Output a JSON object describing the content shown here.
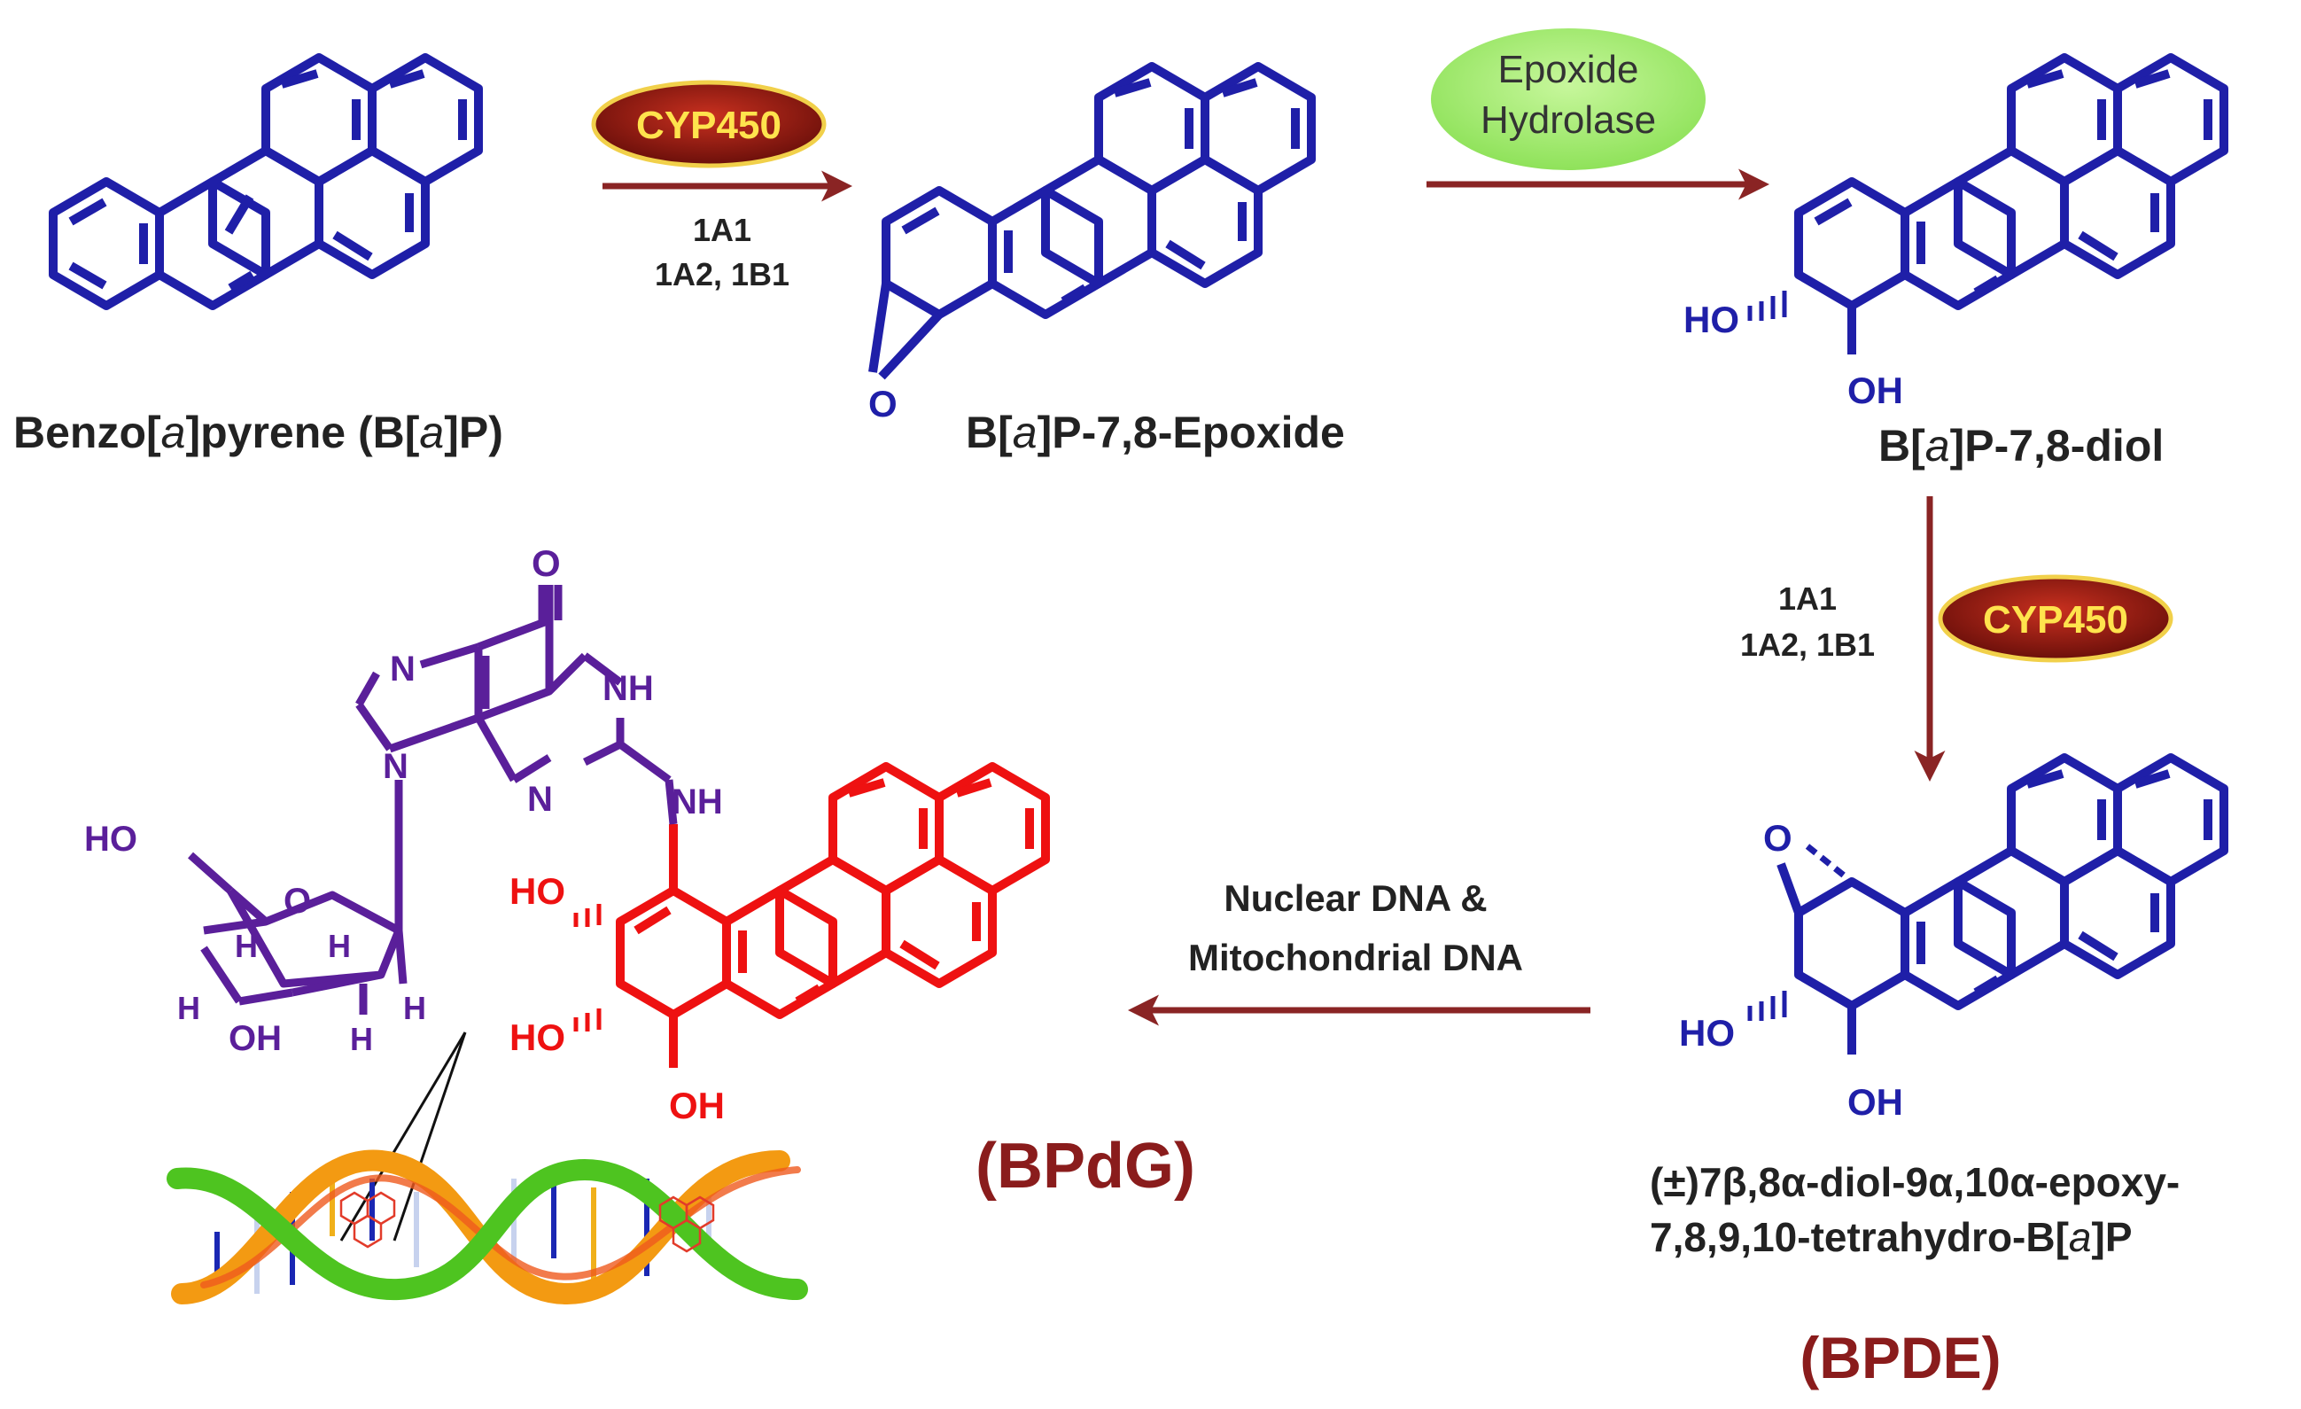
{
  "compounds": {
    "bap": {
      "name_prefix": "Benzo[",
      "name_italic": "a",
      "name_mid": "]pyrene (B[",
      "name_italic2": "a",
      "name_suffix": "]P)"
    },
    "epoxide": {
      "name_prefix": "B[",
      "name_italic": "a",
      "name_suffix": "]P-7,8-Epoxide",
      "oxygen": "O"
    },
    "diol": {
      "name_prefix": "B[",
      "name_italic": "a",
      "name_suffix": "]P-7,8-diol",
      "ho": "HO",
      "oh": "OH"
    },
    "bpde": {
      "line1": "(±)7β,8α-diol-9α,10α-epoxy-",
      "line2_prefix": "7,8,9,10-tetrahydro-B[",
      "line2_italic": "a",
      "line2_suffix": "]P",
      "abbrev": "(BPDE)",
      "oxygen": "O",
      "ho": "HO",
      "oh": "OH"
    },
    "bpdg": {
      "abbrev": "(BPdG)",
      "ho_top": "HO",
      "ho_mid": "HO",
      "oh_bottom": "OH",
      "nh": "NH",
      "guanine_o": "O",
      "guanine_nh": "NH",
      "guanine_n_left": "N",
      "guanine_n_mid": "N",
      "guanine_n_bottom": "N",
      "sugar_ho": "HO",
      "sugar_o": "O",
      "sugar_oh": "OH",
      "sugar_h": "H"
    }
  },
  "enzymes": {
    "cyp1": {
      "label": "CYP450",
      "isoforms_line1": "1A1",
      "isoforms_line2": "1A2, 1B1"
    },
    "epoxide_hydrolase": {
      "line1": "Epoxide",
      "line2": "Hydrolase"
    },
    "cyp2": {
      "label": "CYP450",
      "isoforms_line1": "1A1",
      "isoforms_line2": "1A2, 1B1"
    }
  },
  "dna_step": {
    "line1": "Nuclear DNA &",
    "line2": "Mitochondrial DNA"
  },
  "colors": {
    "molecule_blue": "#1f1fa8",
    "adduct_red": "#ee1111",
    "nucleoside_purple": "#5a1f9a",
    "arrow": "#8a2424",
    "cyp_badge": "#8c1a12",
    "cyp_text": "#ffe34d",
    "hydrolase_badge": "#a6ef73"
  }
}
